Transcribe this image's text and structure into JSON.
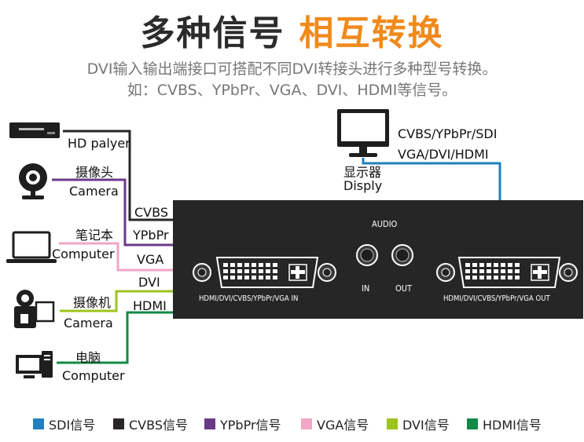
{
  "title": {
    "part1": "多种信号",
    "part2": "相互转换"
  },
  "subtitle": {
    "line1": "DVI输入输出端接口可搭配不同DVI转接头进行多种型号转换。",
    "line2": "如：CVBS、YPbPr、VGA、DVI、HDMI等信号。"
  },
  "sources": [
    {
      "icon": "hd-player-icon",
      "label_cn": "",
      "label_en": "HD palyer"
    },
    {
      "icon": "webcam-icon",
      "label_cn": "摄像头",
      "label_en": "Camera"
    },
    {
      "icon": "laptop-icon",
      "label_cn": "笔记本",
      "label_en": "Computer"
    },
    {
      "icon": "camcorder-icon",
      "label_cn": "摄像机",
      "label_en": "Camera"
    },
    {
      "icon": "desktop-computer-icon",
      "label_cn": "电脑",
      "label_en": "Computer"
    }
  ],
  "signals_in": [
    "CVBS",
    "YPbPr",
    "VGA",
    "DVI",
    "HDMI"
  ],
  "device": {
    "audio_label": "AUDIO",
    "audio_in": "IN",
    "audio_out": "OUT",
    "port_in_label": "HDMI/DVI/CVBS/YPbPr/VGA IN",
    "port_out_label": "HDMI/DVI/CVBS/YPbPr/VGA OUT"
  },
  "display": {
    "icon": "monitor-icon",
    "label_cn": "显示器",
    "label_en": "Disply",
    "signals_line1": "CVBS/YPbPr/SDI",
    "signals_line2": "VGA/DVI/HDMI"
  },
  "legend": [
    {
      "label": "SDI信号",
      "color": "#1f7fc0"
    },
    {
      "label": "CVBS信号",
      "color": "#2a2626"
    },
    {
      "label": "YPbPr信号",
      "color": "#6a3a87"
    },
    {
      "label": "VGA信号",
      "color": "#f0a6c4"
    },
    {
      "label": "DVI信号",
      "color": "#9cc41b"
    },
    {
      "label": "HDMI信号",
      "color": "#118a45"
    }
  ]
}
